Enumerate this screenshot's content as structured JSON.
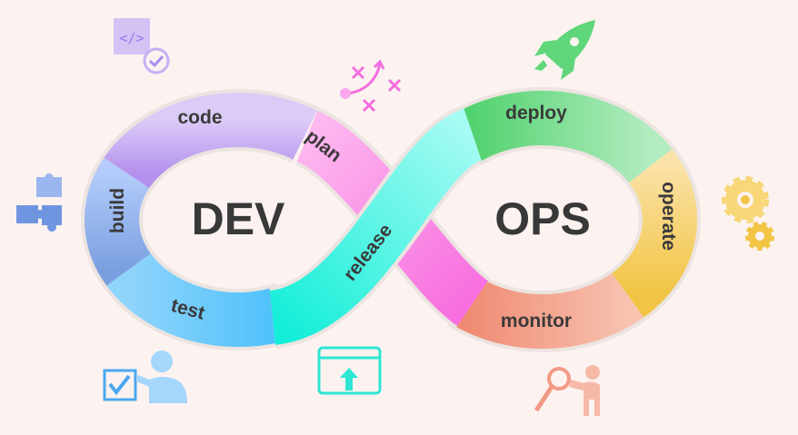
{
  "diagram": {
    "left_title": "DEV",
    "right_title": "OPS",
    "stages": {
      "code": "code",
      "build": "build",
      "test": "test",
      "plan": "plan",
      "release": "release",
      "deploy": "deploy",
      "operate": "operate",
      "monitor": "monitor"
    },
    "code_icon_text": "</>"
  },
  "colors": {
    "background": "#fcf3f0",
    "code": "#c4a8f2",
    "build": "#8faee8",
    "test": "#66c8fb",
    "plan": "#fb8fe6",
    "release": "#3ef2df",
    "deploy": "#6fd98a",
    "operate": "#f6cf63",
    "monitor": "#f4a08a"
  }
}
